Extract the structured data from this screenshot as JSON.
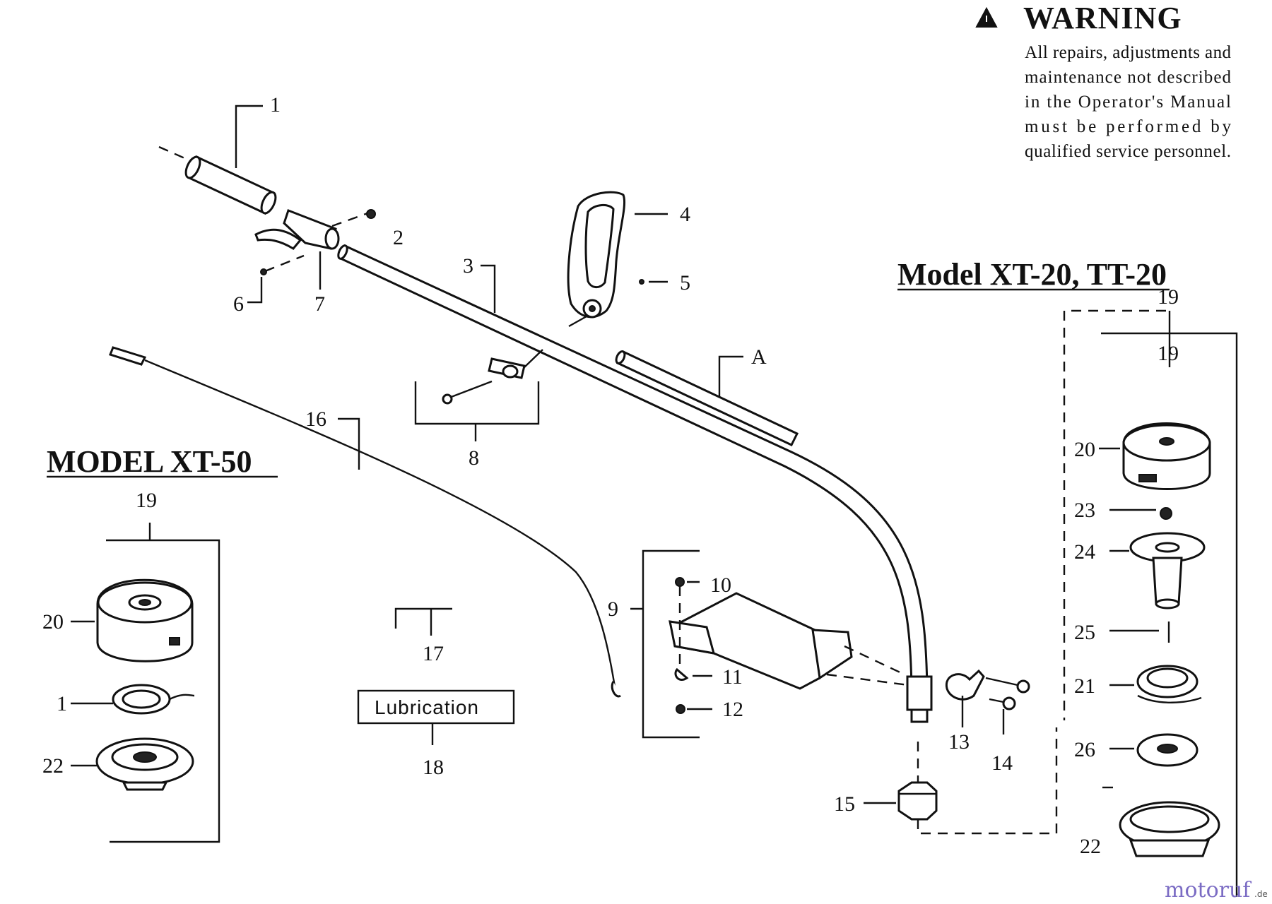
{
  "warning": {
    "title": "WARNING",
    "lines": [
      "All repairs, adjustments and",
      "maintenance not described",
      "in the Operator's Manual",
      "must be performed by",
      "qualified service personnel."
    ]
  },
  "headings": {
    "model_right": "Model XT-20, TT-20",
    "model_left": "MODEL XT-50"
  },
  "lubrication_label": "Lubrication",
  "callouts": {
    "c1": "1",
    "c2": "2",
    "c3": "3",
    "c4": "4",
    "c5": "5",
    "c6": "6",
    "c7": "7",
    "c8": "8",
    "c9": "9",
    "c10": "10",
    "c11": "11",
    "c12": "12",
    "c13": "13",
    "c14": "14",
    "c15": "15",
    "c16": "16",
    "c17": "17",
    "c18": "18",
    "cA": "A",
    "l19": "19",
    "l20": "20",
    "l1": "1",
    "l22": "22",
    "r19a": "19",
    "r19b": "19",
    "r20": "20",
    "r23": "23",
    "r24": "24",
    "r25": "25",
    "r21": "21",
    "r26": "26",
    "r22": "22"
  },
  "watermark": {
    "main": "motoruf",
    "suffix": ".de"
  }
}
